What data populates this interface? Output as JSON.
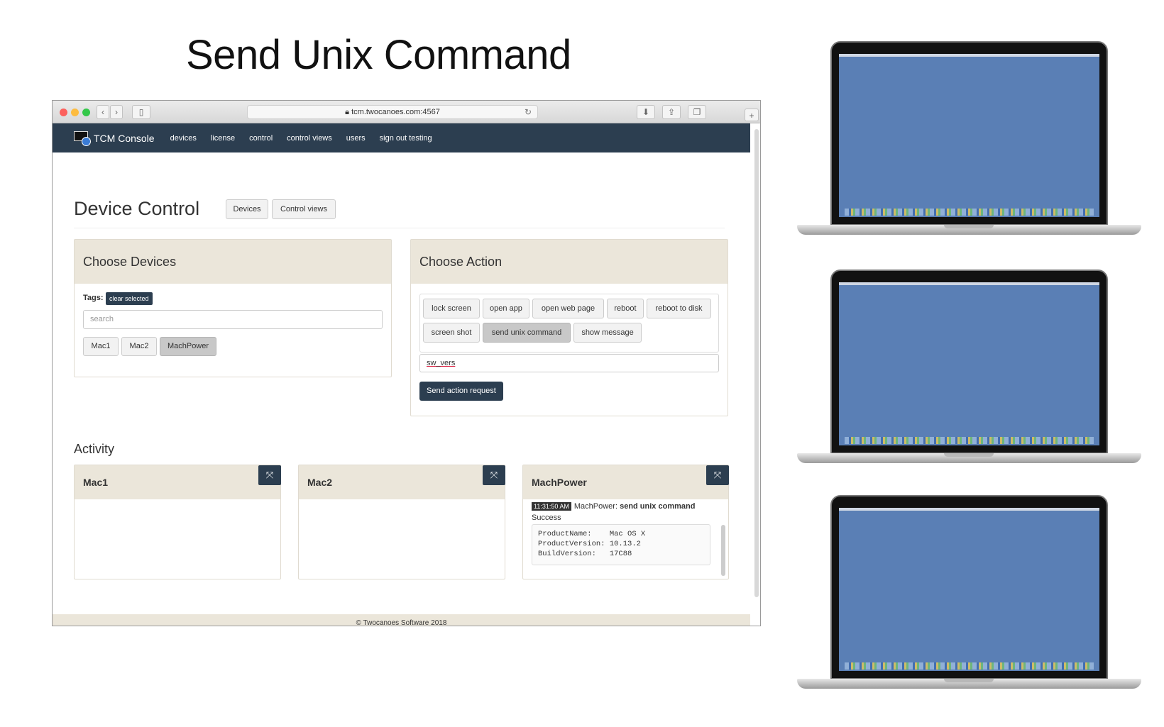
{
  "slide": {
    "title": "Send Unix Command"
  },
  "browser": {
    "url": "tcm.twocanoes.com:4567",
    "nav": {
      "brand": "TCM Console",
      "links": [
        "devices",
        "license",
        "control",
        "control views",
        "users",
        "sign out testing"
      ]
    }
  },
  "page": {
    "title": "Device Control",
    "header_buttons": [
      "Devices",
      "Control views"
    ]
  },
  "choose_devices": {
    "title": "Choose Devices",
    "tags_label": "Tags:",
    "clear_label": "clear selected",
    "search_placeholder": "search",
    "devices": [
      {
        "label": "Mac1",
        "selected": false
      },
      {
        "label": "Mac2",
        "selected": false
      },
      {
        "label": "MachPower",
        "selected": true
      }
    ]
  },
  "choose_action": {
    "title": "Choose Action",
    "actions": [
      {
        "label": "lock screen",
        "selected": false
      },
      {
        "label": "open app",
        "selected": false
      },
      {
        "label": "open web page",
        "selected": false
      },
      {
        "label": "reboot",
        "selected": false
      },
      {
        "label": "reboot to disk",
        "selected": false
      },
      {
        "label": "screen shot",
        "selected": false
      },
      {
        "label": "send unix command",
        "selected": true
      },
      {
        "label": "show message",
        "selected": false
      }
    ],
    "command_value": "sw_vers",
    "send_label": "Send action request"
  },
  "activity": {
    "title": "Activity",
    "panels": [
      {
        "name": "Mac1"
      },
      {
        "name": "Mac2"
      },
      {
        "name": "MachPower",
        "timestamp": "11:31:50 AM",
        "device": "MachPower:",
        "action": "send unix command",
        "status": "Success",
        "output": "ProductName:    Mac OS X\nProductVersion: 10.13.2\nBuildVersion:   17C88"
      }
    ]
  },
  "footer": "© Twocanoes Software 2018"
}
